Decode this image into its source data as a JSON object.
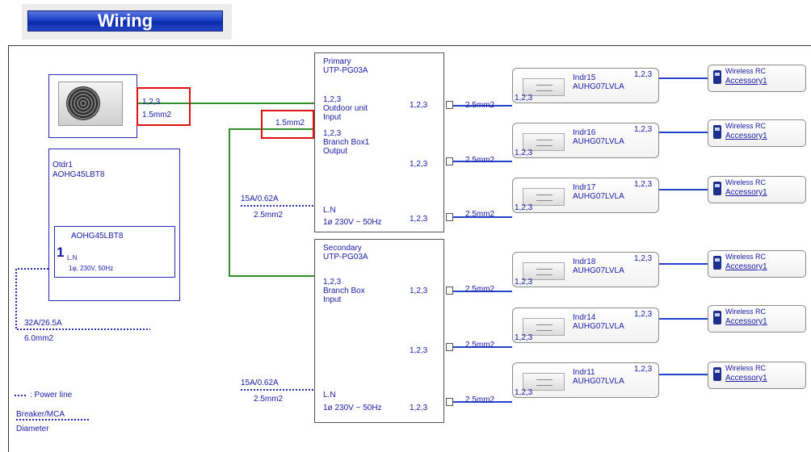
{
  "title": "Wiring",
  "outdoor": {
    "name": "Otdr1",
    "model": "AOHG45LBT8",
    "inner_model": "AOHG45LBT8",
    "number": "1",
    "terminal": "L.N",
    "power": "1φ, 230V, 50Hz",
    "cable_terminal": "1,2,3",
    "cable_size": "1.5mm2",
    "breaker": "32A/26.5A",
    "breaker_size": "6.0mm2"
  },
  "link_label": "1.5mm2",
  "primary": {
    "title1": "Primary",
    "title2": "UTP-PG03A",
    "in_terminal": "1,2,3",
    "in_line1": "Outdoor unit",
    "in_line2": "Input",
    "out_terminal": "1,2,3",
    "out_line1": "Branch Box1",
    "out_line2": "Output",
    "power_terminal": "L.N",
    "power_spec": "1ø 230V ~ 50Hz",
    "breaker": "15A/0.62A",
    "breaker_size": "2.5mm2"
  },
  "secondary": {
    "title1": "Secondary",
    "title2": "UTP-PG03A",
    "in_terminal": "1,2,3",
    "in_line1": "Branch Box",
    "in_line2": "Input",
    "power_terminal": "L.N",
    "power_spec": "1ø 230V ~ 50Hz",
    "breaker": "15A/0.62A",
    "breaker_size": "2.5mm2"
  },
  "ports": [
    {
      "terminal": "1,2,3",
      "cable": "2.5mm2"
    },
    {
      "terminal": "1,2,3",
      "cable": "2.5mm2"
    },
    {
      "terminal": "1,2,3",
      "cable": "2.5mm2"
    },
    {
      "terminal": "1,2,3",
      "cable": "2.5mm2"
    },
    {
      "terminal": "1,2,3",
      "cable": "2.5mm2"
    },
    {
      "terminal": "1,2,3",
      "cable": "2.5mm2"
    }
  ],
  "indoors": [
    {
      "name": "Indr15",
      "model": "AUHG07LVLA",
      "terminal_in": "1,2,3",
      "terminal_out": "1,2,3"
    },
    {
      "name": "Indr16",
      "model": "AUHG07LVLA",
      "terminal_in": "1,2,3",
      "terminal_out": "1,2,3"
    },
    {
      "name": "Indr17",
      "model": "AUHG07LVLA",
      "terminal_in": "1,2,3",
      "terminal_out": "1,2,3"
    },
    {
      "name": "Indr18",
      "model": "AUHG07LVLA",
      "terminal_in": "1,2,3",
      "terminal_out": "1,2,3"
    },
    {
      "name": "Indr14",
      "model": "AUHG07LVLA",
      "terminal_in": "1,2,3",
      "terminal_out": "1,2,3"
    },
    {
      "name": "Indr11",
      "model": "AUHG07LVLA",
      "terminal_in": "1,2,3",
      "terminal_out": "1,2,3"
    }
  ],
  "remotes": [
    {
      "name": "Wireless RC",
      "accessory": "Accessory1"
    },
    {
      "name": "Wireless RC",
      "accessory": "Accessory1"
    },
    {
      "name": "Wireless RC",
      "accessory": "Accessory1"
    },
    {
      "name": "Wireless RC",
      "accessory": "Accessory1"
    },
    {
      "name": "Wireless RC",
      "accessory": "Accessory1"
    },
    {
      "name": "Wireless RC",
      "accessory": "Accessory1"
    }
  ],
  "legend": {
    "power_line": ": Power line",
    "breaker": "Breaker/MCA",
    "diameter": "Diameter"
  },
  "colors": {
    "signal_line": "#2f8f2f",
    "control_line": "#2244cc",
    "highlight": "#e01010",
    "text": "#1a1aa6"
  }
}
